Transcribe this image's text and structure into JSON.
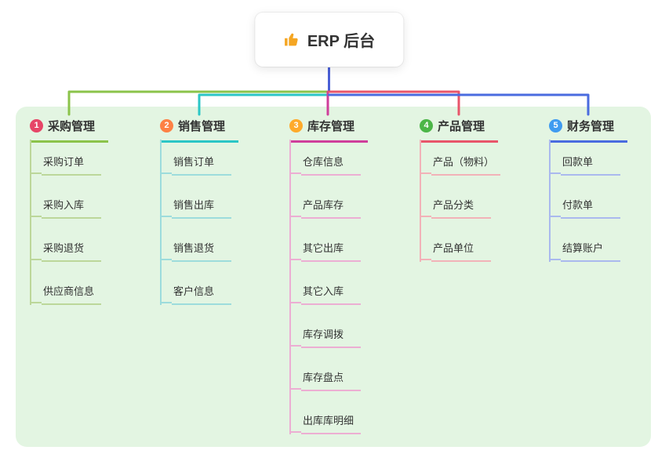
{
  "root": {
    "icon": "thumbs-up",
    "label": "ERP 后台"
  },
  "branches": [
    {
      "num": "1",
      "label": "采购管理",
      "children": [
        "采购订单",
        "采购入库",
        "采购退货",
        "供应商信息"
      ]
    },
    {
      "num": "2",
      "label": "销售管理",
      "children": [
        "销售订单",
        "销售出库",
        "销售退货",
        "客户信息"
      ]
    },
    {
      "num": "3",
      "label": "库存管理",
      "children": [
        "仓库信息",
        "产品库存",
        "其它出库",
        "其它入库",
        "库存调拨",
        "库存盘点",
        "出库库明细"
      ]
    },
    {
      "num": "4",
      "label": "产品管理",
      "children": [
        "产品（物料）",
        "产品分类",
        "产品单位"
      ]
    },
    {
      "num": "5",
      "label": "财务管理",
      "children": [
        "回款单",
        "付款单",
        "结算账户"
      ]
    }
  ],
  "colors": {
    "stem": "#4a5fd6",
    "panel_bg": "#e3f5e2",
    "icon_gold": "#f5a623",
    "branches": [
      {
        "badge": "#e64667",
        "line": "#8bc34a",
        "child_line": "#bcd79a"
      },
      {
        "badge": "#fd8145",
        "line": "#2bc6c6",
        "child_line": "#9ddcdc"
      },
      {
        "badge": "#feaa2b",
        "line": "#cf3e9b",
        "child_line": "#ecaed3"
      },
      {
        "badge": "#4cb648",
        "line": "#e8556a",
        "child_line": "#f2b2b8"
      },
      {
        "badge": "#3f9bf0",
        "line": "#4a6bdf",
        "child_line": "#aab9ee"
      }
    ]
  }
}
